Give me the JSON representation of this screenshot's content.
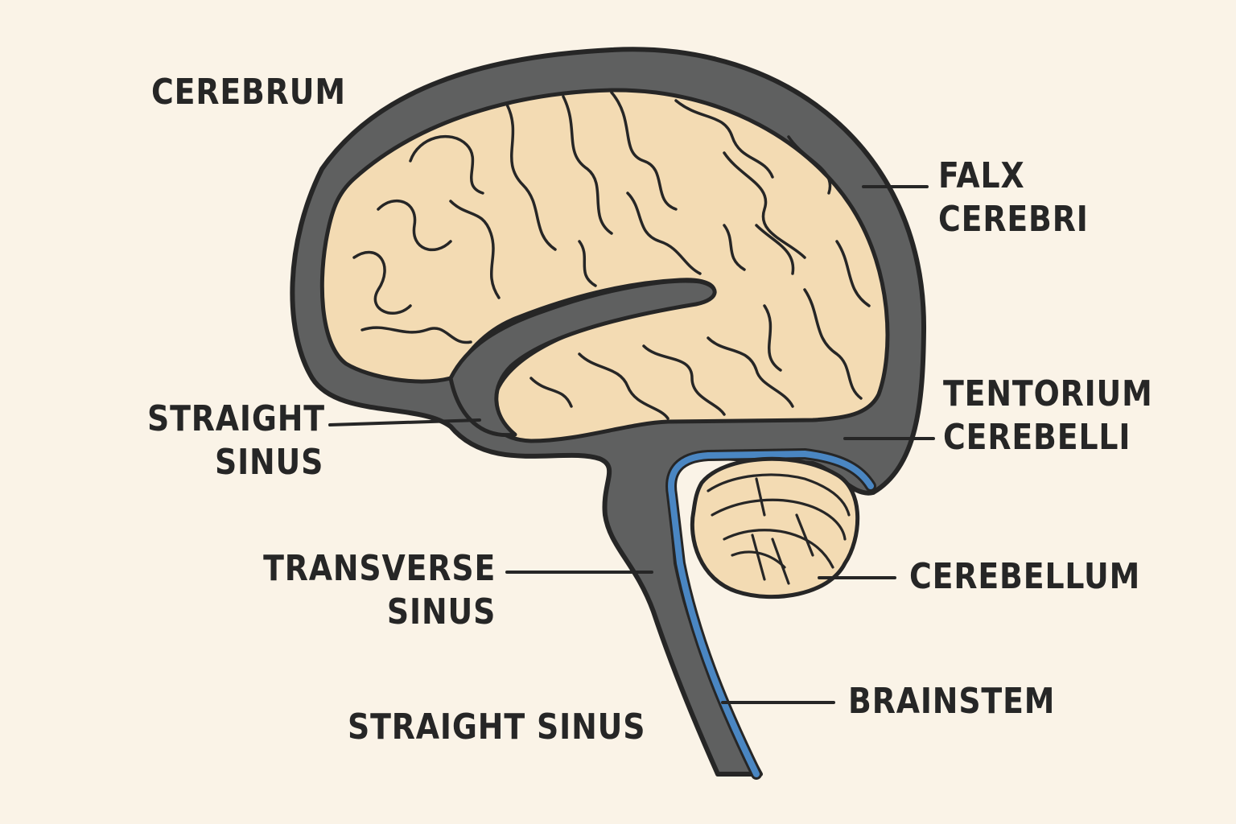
{
  "labels": {
    "cerebrum": "CEREBRUM",
    "falx_cerebri": [
      "FALX",
      "CEREBRI"
    ],
    "straight_sinus_upper": [
      "STRAIGHT",
      "SINUS"
    ],
    "tentorium_cerebelli": [
      "TENTORIUM",
      "CEREBELLI"
    ],
    "transverse_sinus": [
      "TRANSVERSE",
      "SINUS"
    ],
    "cerebellum": "CEREBELLUM",
    "brainstem": "BRAINSTEM",
    "straight_sinus_lower": "STRAIGHT SINUS"
  },
  "colors": {
    "background": "#faf3e7",
    "brain_tissue": "#f3dbb3",
    "dura": "#5f6060",
    "outline": "#262626",
    "sinus_blue": "#4a86c2",
    "text": "#262626"
  }
}
